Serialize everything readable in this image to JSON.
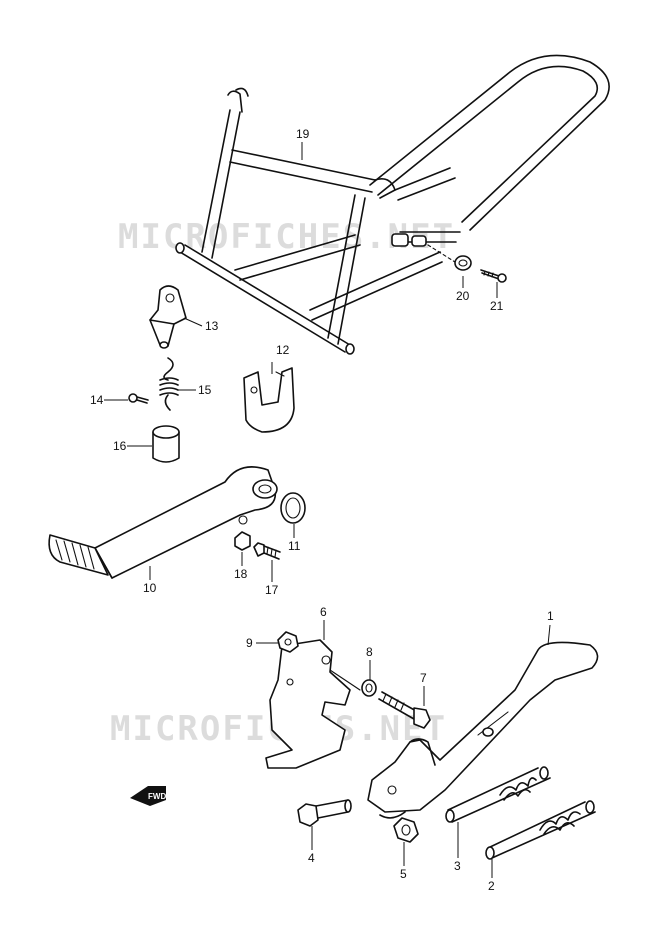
{
  "watermark": "MICROFICHES.NET",
  "fwd_label": "FWD",
  "callouts": {
    "c1": "1",
    "c2": "2",
    "c3": "3",
    "c4": "4",
    "c5": "5",
    "c6": "6",
    "c7": "7",
    "c8": "8",
    "c9": "9",
    "c10": "10",
    "c11": "11",
    "c12": "12",
    "c13": "13",
    "c14": "14",
    "c15": "15",
    "c16": "16",
    "c17": "17",
    "c18": "18",
    "c19": "19",
    "c20": "20",
    "c21": "21"
  }
}
